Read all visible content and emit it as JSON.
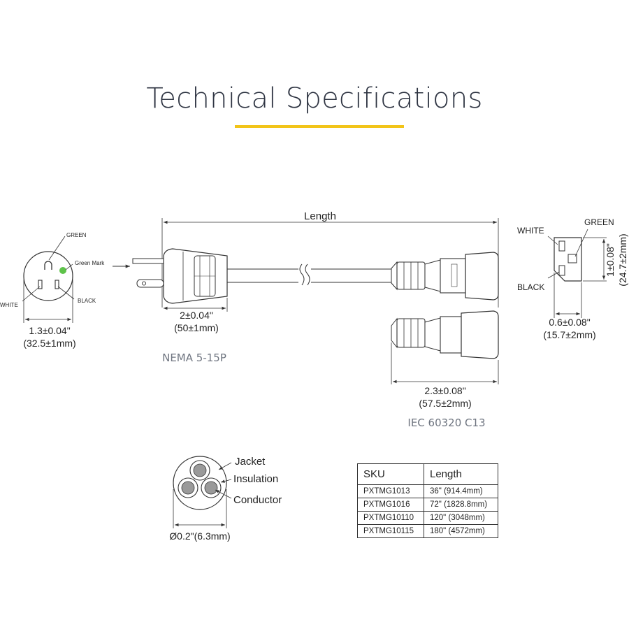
{
  "header": {
    "title": "Technical Specifications",
    "accent_color": "#f2c418"
  },
  "nema_face": {
    "green_label": "GREEN",
    "green_mark_label": "Green Mark",
    "green_mark_color": "#5ec34a",
    "white_label": "WHITE",
    "black_label": "BLACK",
    "dim_inch": "1.3±0.04\"",
    "dim_mm": "(32.5±1mm)"
  },
  "cord": {
    "length_label": "Length",
    "plug_dim_inch": "2±0.04\"",
    "plug_dim_mm": "(50±1mm)",
    "plug_caption": "NEMA 5-15P",
    "connector_dim_inch": "2.3±0.08\"",
    "connector_dim_mm": "(57.5±2mm)",
    "connector_caption": "IEC 60320 C13"
  },
  "c13_face": {
    "white_label": "WHITE",
    "green_label": "GREEN",
    "black_label": "BLACK",
    "height_inch": "1±0.08\"",
    "height_mm": "(24.7±2mm)",
    "width_inch": "0.6±0.08\"",
    "width_mm": "(15.7±2mm)"
  },
  "cross_section": {
    "jacket_label": "Jacket",
    "insulation_label": "Insulation",
    "conductor_label": "Conductor",
    "diameter_label": "Ø0.2\"(6.3mm)"
  },
  "sku_table": {
    "headers": [
      "SKU",
      "Length"
    ],
    "rows": [
      [
        "PXTMG1013",
        "36\" (914.4mm)"
      ],
      [
        "PXTMG1016",
        "72\" (1828.8mm)"
      ],
      [
        "PXTMG10110",
        "120\" (3048mm)"
      ],
      [
        "PXTMG10115",
        "180\" (4572mm)"
      ]
    ]
  }
}
